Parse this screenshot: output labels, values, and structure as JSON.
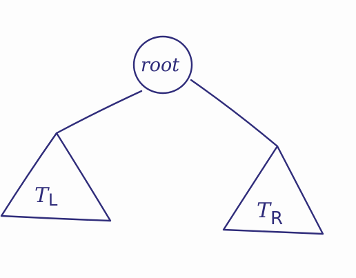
{
  "diagram": {
    "ink_color": "#2f2c7a",
    "paper_color": "#fdfdfd",
    "root": {
      "label": "root"
    },
    "left_subtree": {
      "main": "T",
      "sub": "L"
    },
    "right_subtree": {
      "main": "T",
      "sub": "R"
    }
  }
}
